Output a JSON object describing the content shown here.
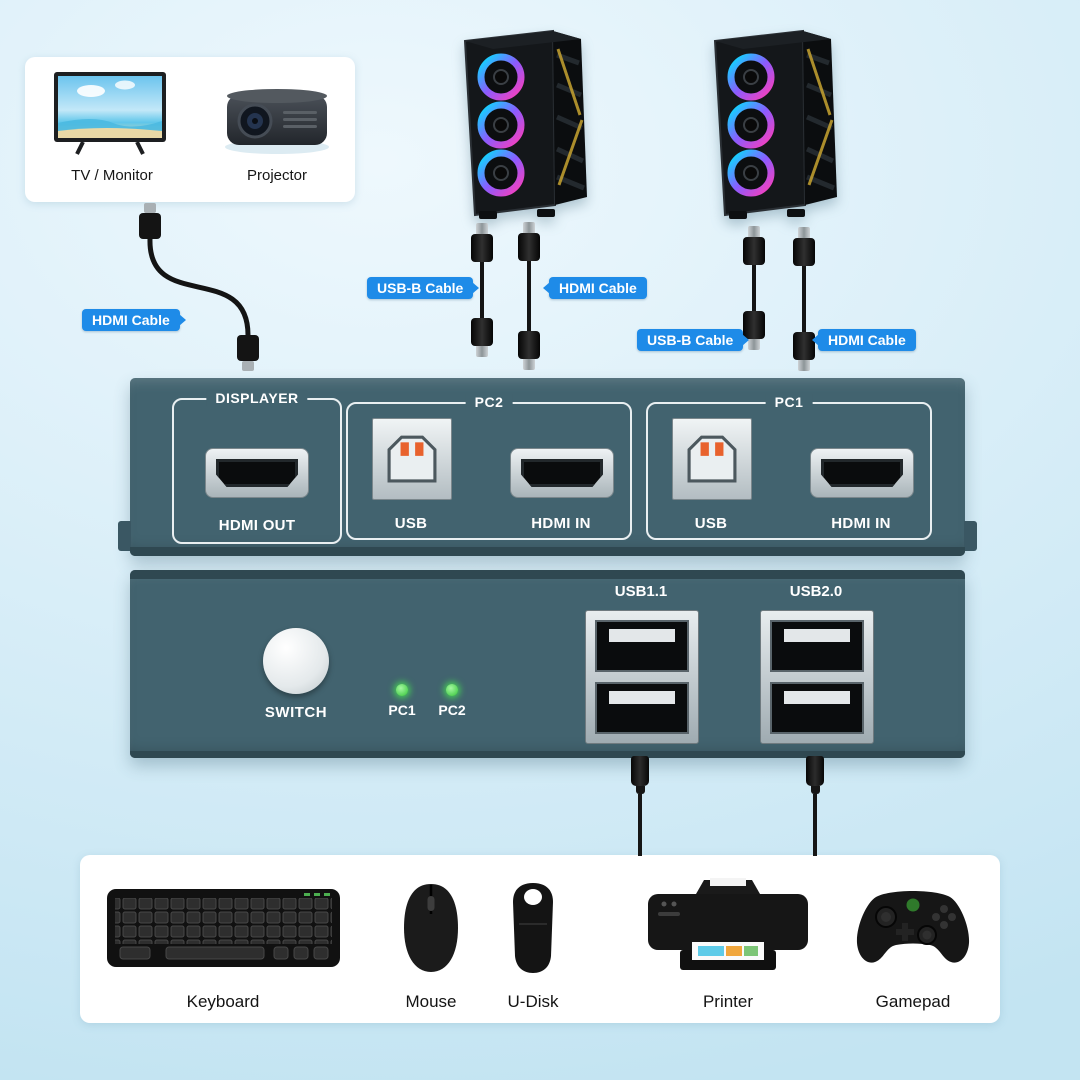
{
  "display_box": {
    "items": [
      {
        "label": "TV / Monitor"
      },
      {
        "label": "Projector"
      }
    ]
  },
  "cable_labels": [
    {
      "text": "HDMI Cable"
    },
    {
      "text": "USB-B Cable"
    },
    {
      "text": "HDMI Cable"
    },
    {
      "text": "USB-B Cable"
    },
    {
      "text": "HDMI Cable"
    }
  ],
  "back_panel": {
    "sections": [
      {
        "title": "DISPLAYER",
        "ports": [
          {
            "type": "hdmi",
            "label": "HDMI OUT"
          }
        ]
      },
      {
        "title": "PC2",
        "ports": [
          {
            "type": "usb-b",
            "label": "USB"
          },
          {
            "type": "hdmi",
            "label": "HDMI IN"
          }
        ]
      },
      {
        "title": "PC1",
        "ports": [
          {
            "type": "usb-b",
            "label": "USB"
          },
          {
            "type": "hdmi",
            "label": "HDMI IN"
          }
        ]
      }
    ]
  },
  "front_panel": {
    "switch_label": "SWITCH",
    "leds": [
      {
        "label": "PC1"
      },
      {
        "label": "PC2"
      }
    ],
    "usb_groups": [
      {
        "label": "USB1.1"
      },
      {
        "label": "USB2.0"
      }
    ]
  },
  "peripherals": [
    {
      "label": "Keyboard"
    },
    {
      "label": "Mouse"
    },
    {
      "label": "U-Disk"
    },
    {
      "label": "Printer"
    },
    {
      "label": "Gamepad"
    }
  ],
  "colors": {
    "label_pill": "#1e8be8",
    "device_body": "#42636f",
    "device_edge": "#2f4851",
    "led_on": "#34c438"
  }
}
